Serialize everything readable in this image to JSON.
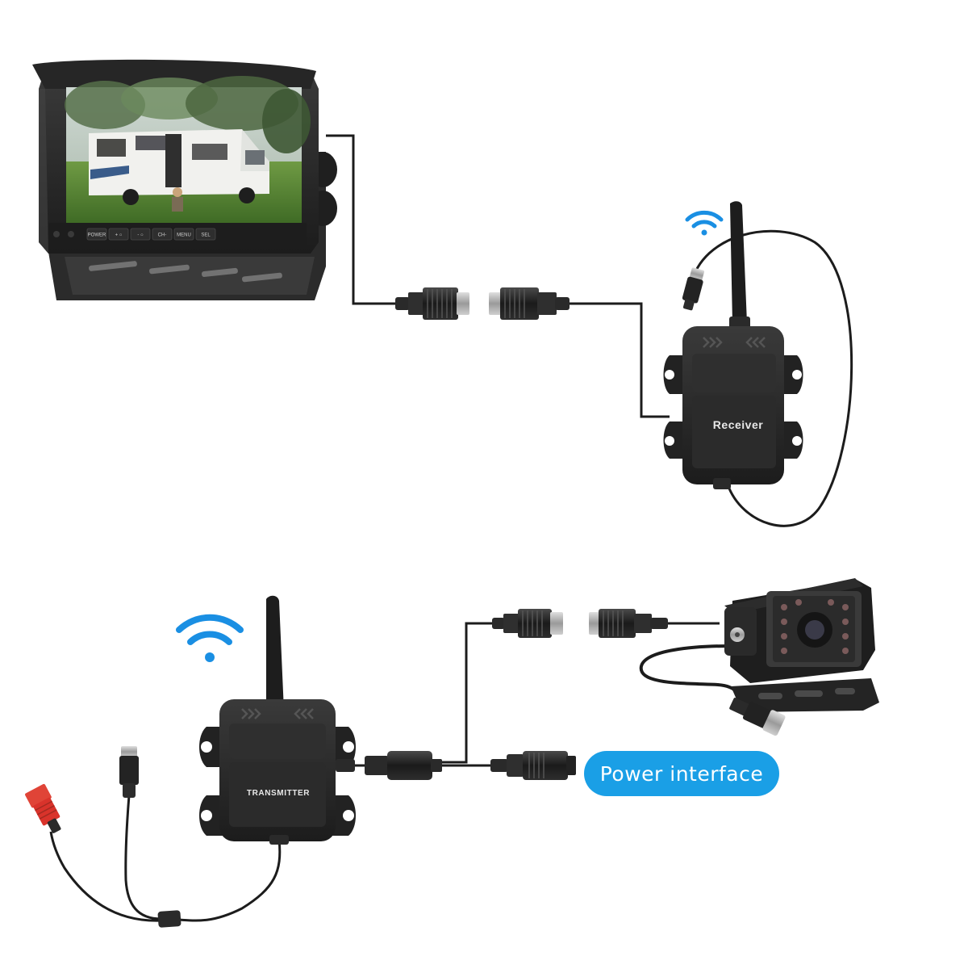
{
  "monitor": {
    "buttons": [
      "POWER",
      "+ ○",
      "- ○",
      "CH-",
      "MENU",
      "SEL"
    ]
  },
  "receiver": {
    "label": "Receiver"
  },
  "transmitter": {
    "label": "TRANSMITTER"
  },
  "callout": {
    "label": "Power interface"
  },
  "colors": {
    "wifi": "#1a8fe3",
    "callout_bg": "#1a9fe6",
    "device_body": "#232323",
    "cable": "#1c1c1c",
    "rca_red": "#d9332b"
  }
}
